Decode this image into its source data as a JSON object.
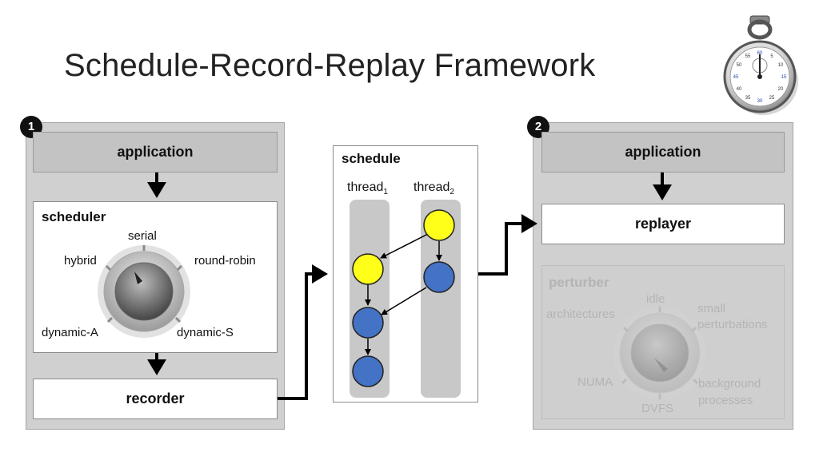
{
  "title": "Schedule-Record-Replay Framework",
  "stopwatch": {
    "icon": "stopwatch-icon",
    "dial_numbers": [
      "60",
      "5",
      "10",
      "15",
      "20",
      "25",
      "30",
      "35",
      "40",
      "45",
      "50",
      "55"
    ]
  },
  "step1": {
    "badge": "1",
    "application": "application",
    "scheduler": {
      "title": "scheduler",
      "options": {
        "serial": "serial",
        "hybrid": "hybrid",
        "round_robin": "round-robin",
        "dynamic_a": "dynamic-A",
        "dynamic_s": "dynamic-S"
      },
      "knob_icon": "dial-knob-icon"
    },
    "recorder": "recorder"
  },
  "schedule": {
    "title": "schedule",
    "thread1": {
      "name": "thread",
      "sub": "1"
    },
    "thread2": {
      "name": "thread",
      "sub": "2"
    },
    "colors": {
      "yellow": "#ffff1a",
      "blue": "#4472c4"
    }
  },
  "step2": {
    "badge": "2",
    "application": "application",
    "replayer": "replayer",
    "perturber": {
      "title": "perturber",
      "options": {
        "idle": "idle",
        "architectures": "architectures",
        "small_line1": "small",
        "small_line2": "perturbations",
        "numa": "NUMA",
        "dvfs": "DVFS",
        "background_line1": "background",
        "background_line2": "processes"
      },
      "knob_icon": "dial-knob-icon"
    }
  }
}
